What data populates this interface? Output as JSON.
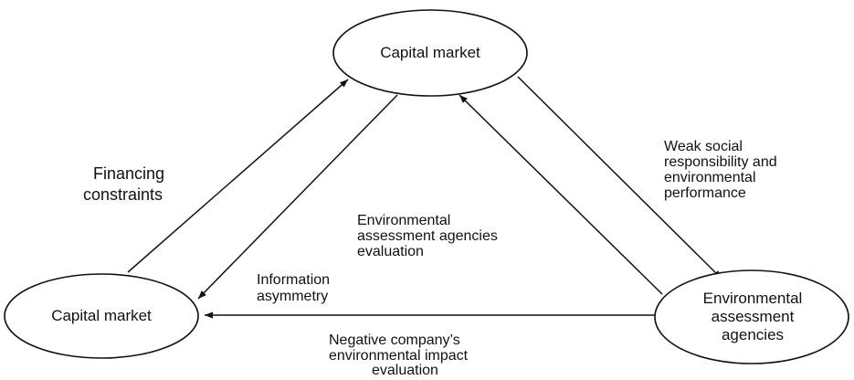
{
  "nodes": {
    "top": "Capital market",
    "left": "Capital market",
    "right": [
      "Environmental",
      "assessment",
      "agencies"
    ]
  },
  "edges": {
    "financing_constraints": [
      "Financing",
      "constraints"
    ],
    "agencies_evaluation": [
      "Environmental",
      "assessment agencies",
      "evaluation"
    ],
    "information_asymmetry": [
      "Information",
      "asymmetry"
    ],
    "weak_social": [
      "Weak social",
      "responsibility and",
      "environmental",
      "performance"
    ],
    "negative_company": [
      "Negative company’s",
      "environmental impact",
      "evaluation"
    ]
  }
}
